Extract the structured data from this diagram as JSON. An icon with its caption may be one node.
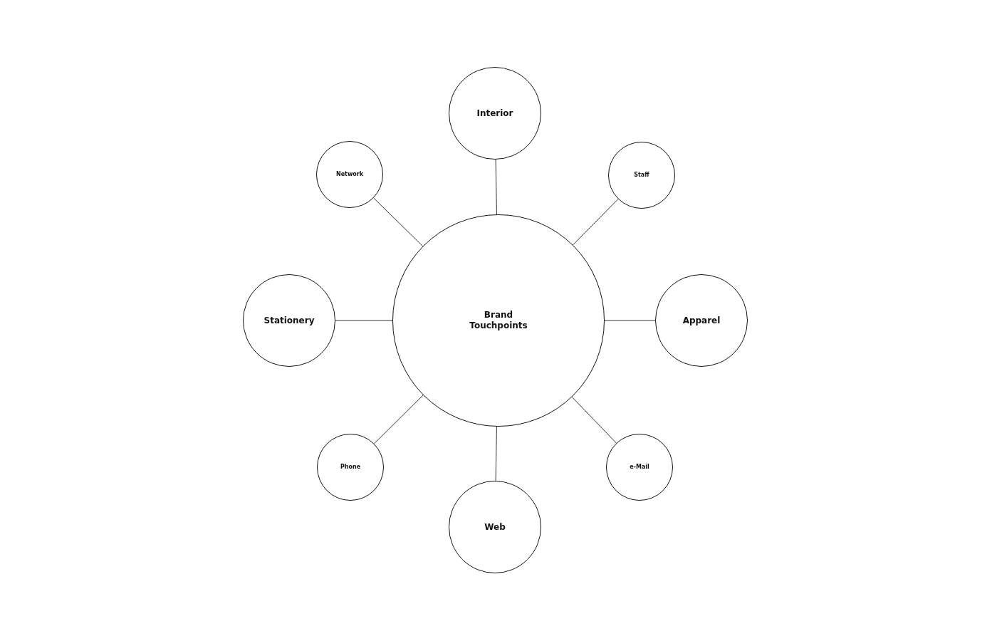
{
  "diagram": {
    "nodes": [
      {
        "text": [
          "Interior"
        ]
      },
      {
        "text": [
          "Network"
        ]
      },
      {
        "text": [
          "Staff"
        ]
      },
      {
        "text": [
          "Brand Touchpoints"
        ]
      },
      {
        "text": [
          "Stationery"
        ]
      },
      {
        "text": [
          "Apparel"
        ]
      },
      {
        "text": [
          "Phone"
        ]
      },
      {
        "text": [
          "Web"
        ]
      },
      {
        "text": [
          "e-Mail"
        ]
      }
    ],
    "edges": [
      {
        "from": 3,
        "to": 0,
        "arrow": "none"
      },
      {
        "from": 3,
        "to": 1,
        "arrow": "none"
      },
      {
        "from": 3,
        "to": 2,
        "arrow": "none"
      },
      {
        "from": 3,
        "to": 4,
        "arrow": "none"
      },
      {
        "from": 3,
        "to": 5,
        "arrow": "none"
      },
      {
        "from": 3,
        "to": 6,
        "arrow": "none"
      },
      {
        "from": 3,
        "to": 7,
        "arrow": "none"
      },
      {
        "from": 3,
        "to": 8,
        "arrow": "none"
      }
    ]
  }
}
